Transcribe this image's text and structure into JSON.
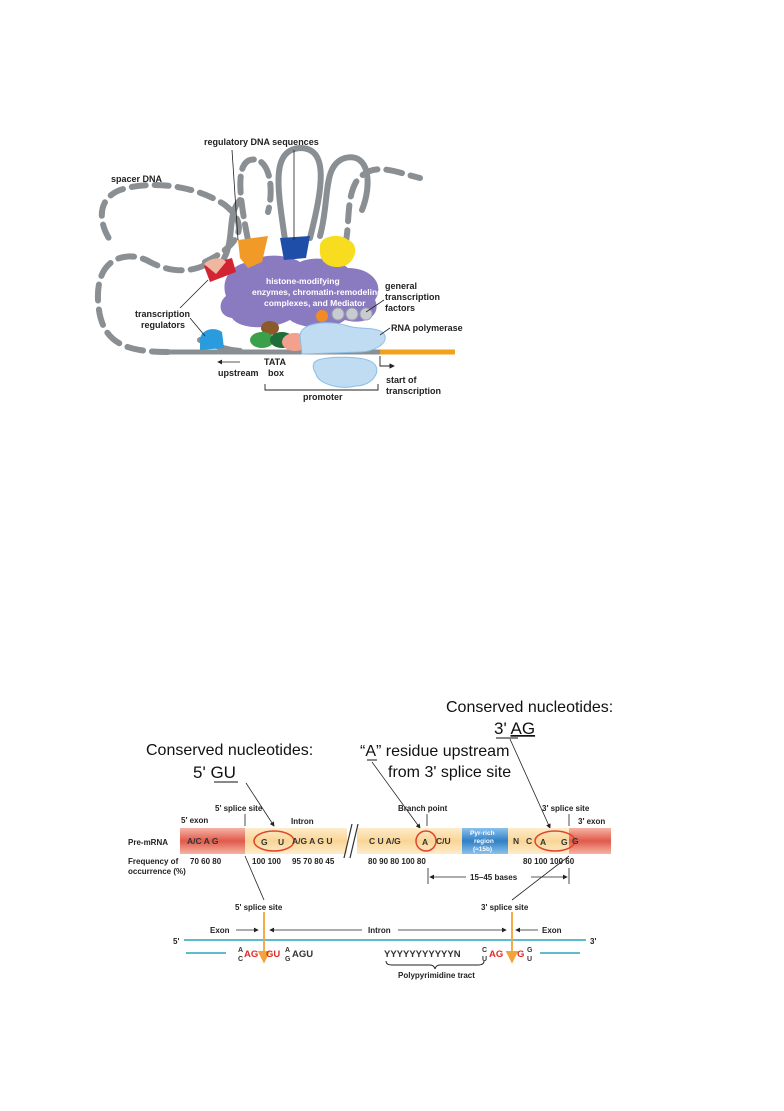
{
  "figure1": {
    "regulatory_dna_sequences": "regulatory DNA sequences",
    "spacer_dna": "spacer DNA",
    "complex_line1": "histone-modifying",
    "complex_line2": "enzymes, chromatin-remodeling",
    "complex_line3": "complexes, and Mediator",
    "gtf_line1": "general",
    "gtf_line2": "transcription",
    "gtf_line3": "factors",
    "rna_polymerase": "RNA polymerase",
    "regulators_line1": "transcription",
    "regulators_line2": "regulators",
    "upstream": "upstream",
    "tata_line1": "TATA",
    "tata_line2": "box",
    "start_line1": "start of",
    "start_line2": "transcription",
    "promoter": "promoter"
  },
  "figure2": {
    "conserved_left": "Conserved nucleotides:",
    "five_gu_prefix": "5' ",
    "five_gu": "GU",
    "a_residue_open": "“",
    "a_residue_a": "A",
    "a_residue_close": "” residue upstream",
    "a_residue_line2": "from 3' splice site",
    "conserved_right": "Conserved nucleotides:",
    "three_ag_prefix": "3' ",
    "three_ag": "AG",
    "five_prime_exon": "5′ exon",
    "five_splice_site_top": "5′ splice site",
    "intron_top": "Intron",
    "branch_point": "Branch point",
    "three_splice_site_top": "3′ splice site",
    "three_prime_exon": "3′ exon",
    "pre_mrna": "Pre-mRNA",
    "seq_exon5": "A/C  A  G",
    "seq_G": "G",
    "seq_U": "U",
    "seq_intron5": "A/G  A  G  U",
    "seq_branch_left": "C   U  A/G",
    "seq_A": "A",
    "seq_branch_right": "C/U",
    "pyr_line1": "Pyr-rich",
    "pyr_line2": "region",
    "pyr_line3": "(≈15b)",
    "seq_N": "N",
    "seq_C": "C",
    "seq_A3": "A",
    "seq_G3": "G",
    "seq_G_exon3": "G",
    "freq_line1": "Frequency of",
    "freq_line2": "occurrence (%)",
    "freq_exon5": "70   60   80",
    "freq_gu": "100  100",
    "freq_intron": "95   70 80 45",
    "freq_branch": "80  90   80  100   80",
    "freq_ag": "80  100 100  60",
    "bases_range": "15–45 bases",
    "five_splice_site_bottom": "5' splice site",
    "three_splice_site_bottom": "3' splice site",
    "five_prime": "5'",
    "three_prime": "3'",
    "exon_left": "Exon",
    "intron_bottom": "Intron",
    "exon_right": "Exon",
    "consensus_A_top": "A",
    "consensus_C_bot": "C",
    "consensus_AG": "AG",
    "consensus_GU": "GU",
    "consensus_A2_top": "A",
    "consensus_G2_bot": "G",
    "consensus_AGU": "AGU",
    "consensus_Y": "YYYYYYYYYYYN",
    "consensus_C_top": "C",
    "consensus_U_bot": "U",
    "consensus_AG3": "AG",
    "consensus_G3": "G",
    "consensus_G4_top": "G",
    "consensus_U4_bot": "U",
    "polypyrimidine": "Polypyrimidine tract"
  },
  "colors": {
    "dna_gray": "#8a8f94",
    "complex_purple": "#8a7bc0",
    "promoter_orange": "#f0a21d",
    "pol_light_blue": "#bfdcf2",
    "exon_red": "#e26a5d",
    "intron_tan": "#fbdba6",
    "pyr_blue": "#3f8fd0",
    "splice_orange": "#f2a33a",
    "line_cyan": "#2aa5bd",
    "consensus_red": "#e02a2a"
  }
}
